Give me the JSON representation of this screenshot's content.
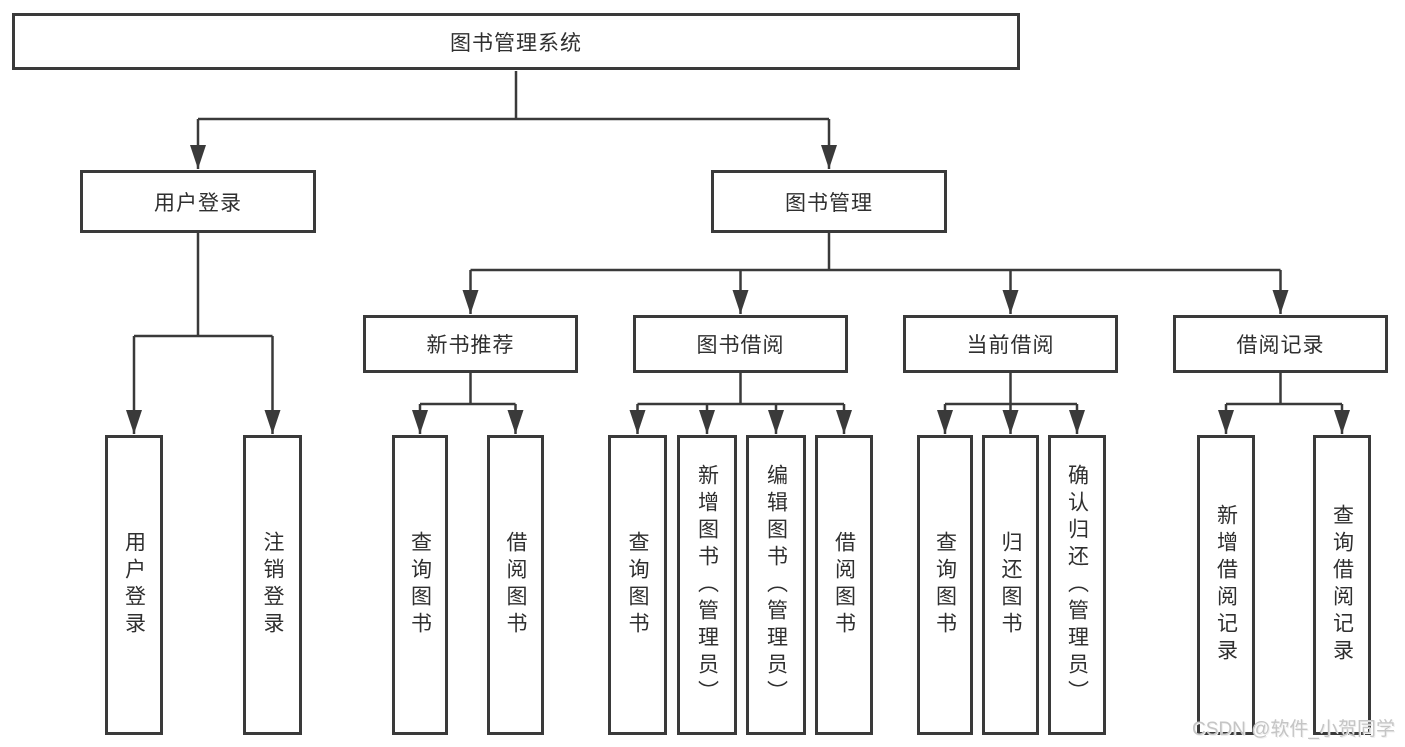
{
  "diagram": {
    "root": "图书管理系统",
    "branches": [
      {
        "label": "用户登录",
        "children": [
          "用户登录",
          "注销登录"
        ]
      },
      {
        "label": "图书管理",
        "groups": [
          {
            "label": "新书推荐",
            "children": [
              "查询图书",
              "借阅图书"
            ]
          },
          {
            "label": "图书借阅",
            "children": [
              "查询图书",
              "新增图书（管理员）",
              "编辑图书（管理员）",
              "借阅图书"
            ]
          },
          {
            "label": "当前借阅",
            "children": [
              "查询图书",
              "归还图书",
              "确认归还（管理员）"
            ]
          },
          {
            "label": "借阅记录",
            "children": [
              "新增借阅记录",
              "查询借阅记录"
            ]
          }
        ]
      }
    ]
  },
  "watermark": "CSDN @软件_小贺同学",
  "colors": {
    "line": "#3a3a3a",
    "box_border": "#3a3a3a",
    "box_fill": "#ffffff",
    "text": "#2f2f2f",
    "watermark": "#c5c5c5",
    "background": "#ffffff"
  }
}
